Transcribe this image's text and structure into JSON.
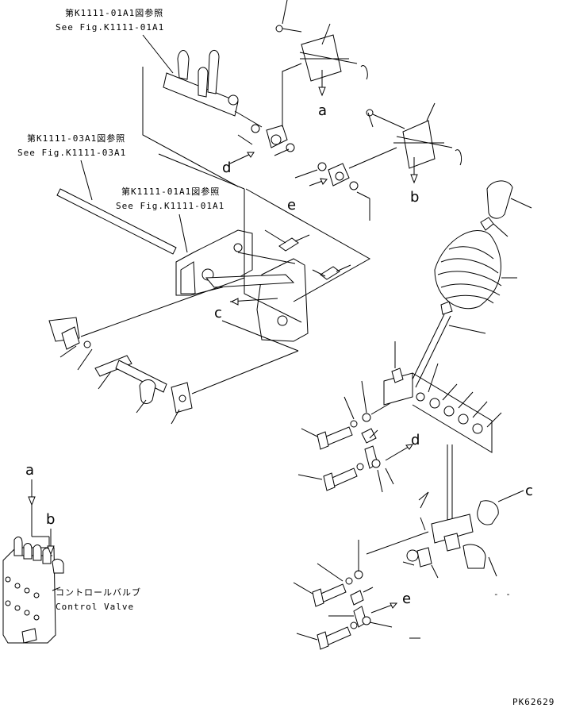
{
  "refs": {
    "fig1_jp": "第K1111-01A1図参照",
    "fig1_en": "See Fig.K1111-01A1",
    "fig3_jp": "第K1111-03A1図参照",
    "fig3_en": "See Fig.K1111-03A1",
    "fig1b_jp": "第K1111-01A1図参照",
    "fig1b_en": "See Fig.K1111-01A1"
  },
  "letters": {
    "a_top": "a",
    "b_top": "b",
    "c_mid": "c",
    "d_top": "d",
    "e_top": "e",
    "a_left": "a",
    "b_left": "b",
    "c_right": "c",
    "d_right": "d",
    "e_right": "e"
  },
  "valve": {
    "label_jp": "コントロールバルブ",
    "label_en": "Control Valve"
  },
  "drawing_code": "PK62629",
  "dash_mark": "- -"
}
